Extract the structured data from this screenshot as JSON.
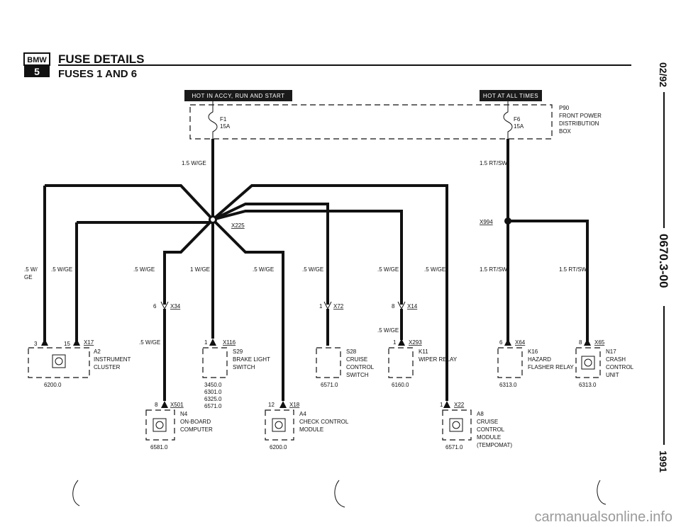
{
  "header": {
    "logo_top": "BMW",
    "logo_bottom": "5",
    "title": "FUSE DETAILS",
    "subtitle": "FUSES 1 AND 6"
  },
  "side": {
    "date": "02/92",
    "code": "0670.3-00",
    "year": "1991"
  },
  "bars": {
    "left": "HOT IN ACCY, RUN AND START",
    "right": "HOT AT ALL TIMES"
  },
  "fuses": {
    "f1": {
      "name": "F1",
      "rating": "15A"
    },
    "f6": {
      "name": "F6",
      "rating": "15A"
    },
    "box": [
      "P90",
      "FRONT POWER",
      "DISTRIBUTION",
      "BOX"
    ]
  },
  "wires": {
    "main_left": "1.5 W/GE",
    "main_right": "1.5 RT/SW",
    "splice": "X225",
    "splice_right": "X994",
    "w1a": ".5 W/",
    "w1b": "GE",
    "w2": ".5 W/GE",
    "w3": ".5 W/GE",
    "w4": "1 W/GE",
    "w5": ".5 W/GE",
    "w6": ".5 W/GE",
    "w7": ".5 W/GE",
    "w8": ".5 W/GE",
    "w9": "1.5 RT/SW",
    "w10": "1.5 RT/SW",
    "w11": ".5 W/GE",
    "w12": ".5 W/GE"
  },
  "connectors": {
    "x34": {
      "pin": "6",
      "name": "X34"
    },
    "x72": {
      "pin": "1",
      "name": "X72"
    },
    "x14": {
      "pin": "8",
      "name": "X14"
    },
    "x17": {
      "pin": "3",
      "pin2": "15",
      "name": "X17"
    },
    "x116": {
      "pin": "1",
      "name": "X116"
    },
    "x293": {
      "pin": "1",
      "name": "X293"
    },
    "x64": {
      "pin": "6",
      "name": "X64"
    },
    "x65": {
      "pin": "8",
      "name": "X65"
    },
    "x501": {
      "pin": "8",
      "name": "X501"
    },
    "x18": {
      "pin": "12",
      "name": "X18"
    },
    "x22": {
      "pin": "1",
      "name": "X22"
    }
  },
  "components": {
    "a2": {
      "id": "A2",
      "l1": "INSTRUMENT",
      "l2": "CLUSTER",
      "ref": "6200.0"
    },
    "s29": {
      "id": "S29",
      "l1": "BRAKE LIGHT",
      "l2": "SWITCH",
      "refs": [
        "3450.0",
        "6301.0",
        "6325.0",
        "6571.0"
      ]
    },
    "s28": {
      "id": "S28",
      "l1": "CRUISE",
      "l2": "CONTROL",
      "l3": "SWITCH",
      "ref": "6571.0"
    },
    "k11": {
      "id": "K11",
      "l1": "WIPER RELAY",
      "ref": "6160.0"
    },
    "k16": {
      "id": "K16",
      "l1": "HAZARD",
      "l2": "FLASHER RELAY",
      "ref": "6313.0"
    },
    "n17": {
      "id": "N17",
      "l1": "CRASH",
      "l2": "CONTROL",
      "l3": "UNIT",
      "ref": "6313.0"
    },
    "n4": {
      "id": "N4",
      "l1": "ON-BOARD",
      "l2": "COMPUTER",
      "ref": "6581.0"
    },
    "a4": {
      "id": "A4",
      "l1": "CHECK CONTROL",
      "l2": "MODULE",
      "ref": "6200.0"
    },
    "a8": {
      "id": "A8",
      "l1": "CRUISE",
      "l2": "CONTROL",
      "l3": "MODULE",
      "l4": "(TEMPOMAT)",
      "ref": "6571.0"
    }
  },
  "watermark": "carmanualsonline.info"
}
